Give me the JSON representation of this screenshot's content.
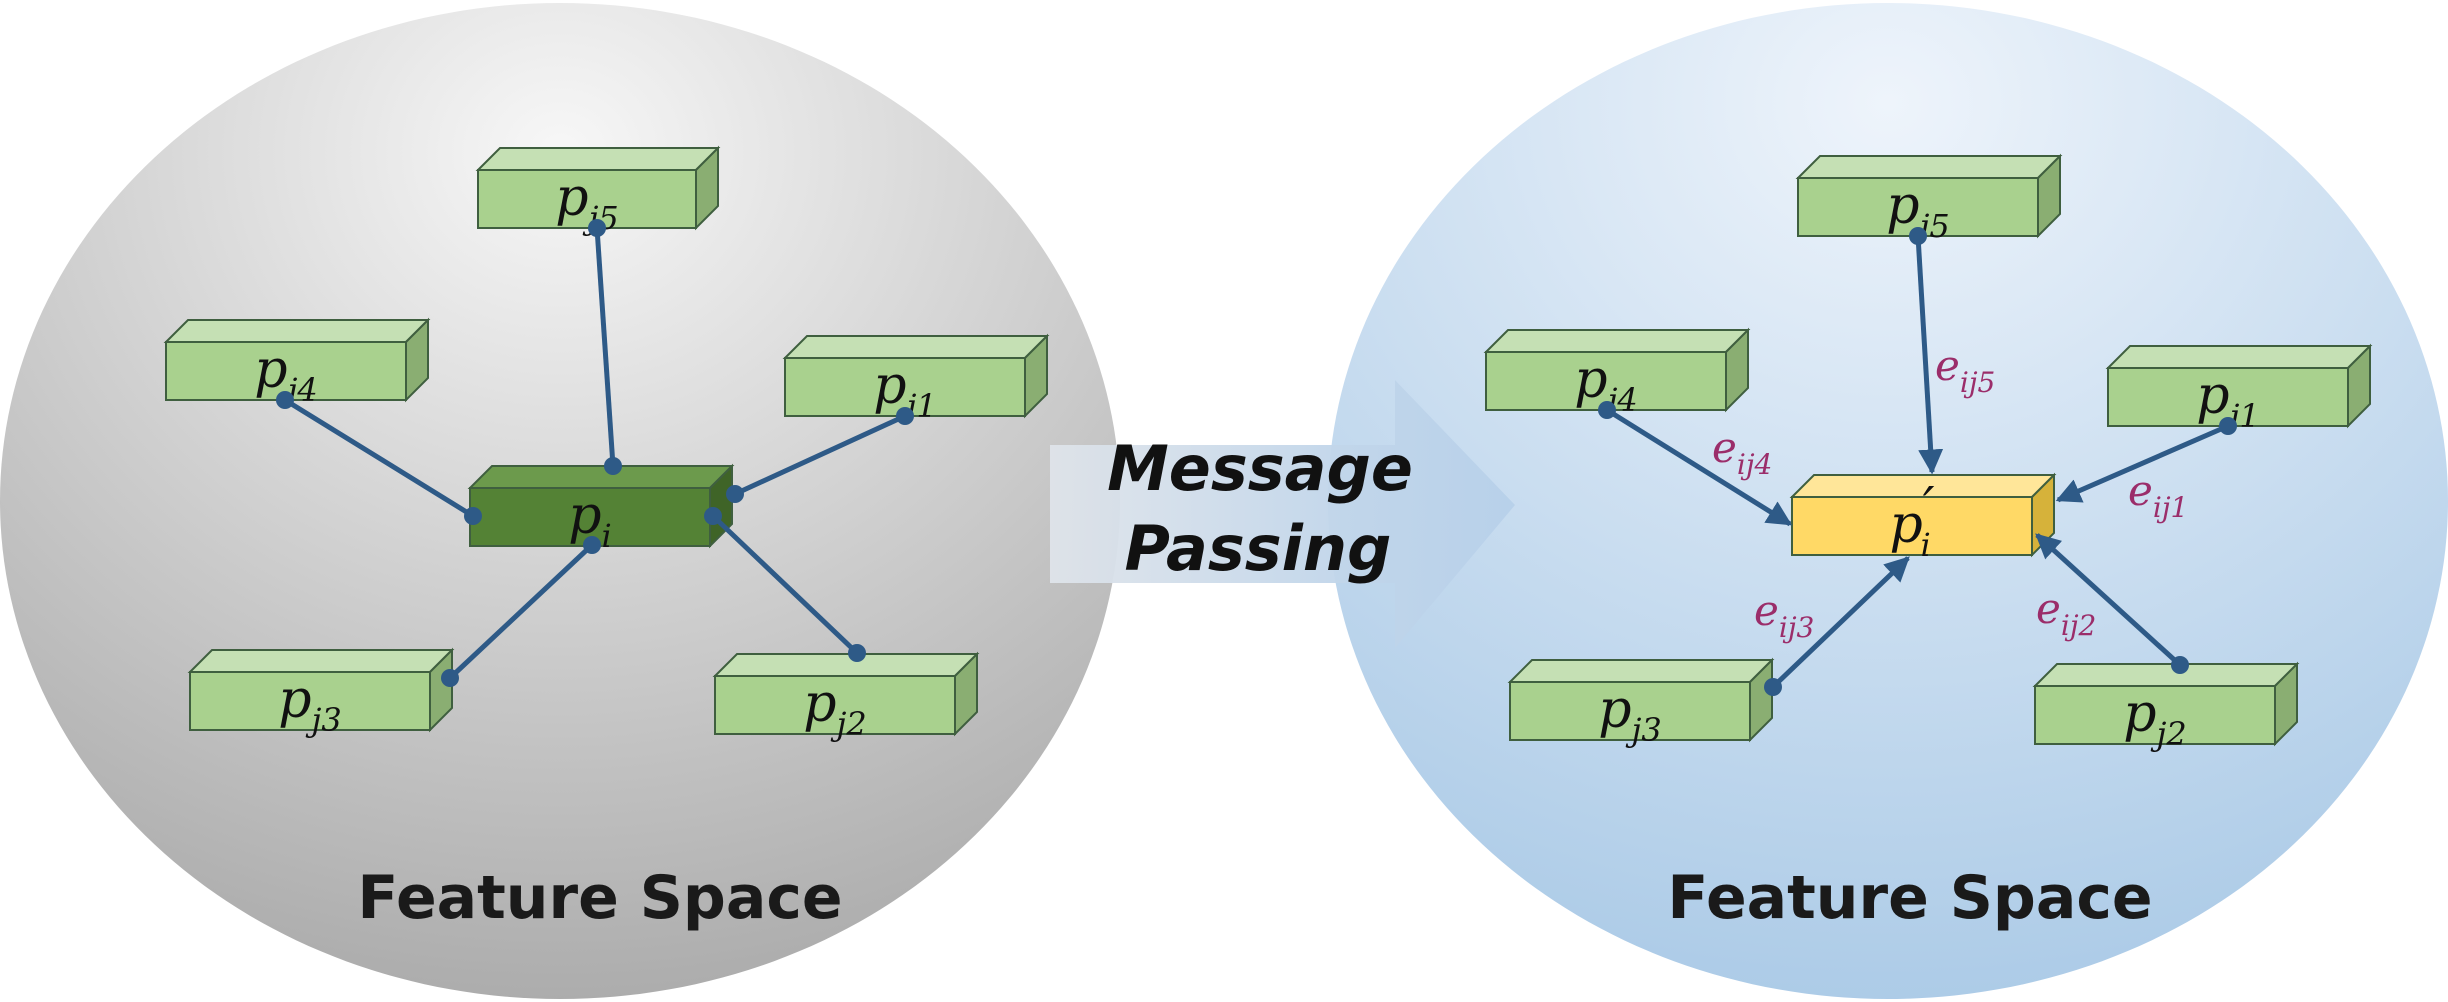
{
  "colors": {
    "edge": "#2e5a87",
    "node_fill": "#a9d18e",
    "node_top": "#c5e0b4",
    "node_side": "#8aae72",
    "center_fill": "#548235",
    "center_top": "#6c9a4c",
    "center_side": "#3f6427",
    "updated_fill": "#ffd966",
    "updated_top": "#ffe699",
    "updated_side": "#d6b23a",
    "edge_label": "#9b2d6a"
  },
  "left_panel": {
    "label": "Feature Space",
    "center": {
      "base": "p",
      "sub": "i"
    },
    "neighbors": [
      {
        "id": "j5",
        "base": "p",
        "sub": "j5"
      },
      {
        "id": "j4",
        "base": "p",
        "sub": "j4"
      },
      {
        "id": "j1",
        "base": "p",
        "sub": "j1"
      },
      {
        "id": "j3",
        "base": "p",
        "sub": "j3"
      },
      {
        "id": "j2",
        "base": "p",
        "sub": "j2"
      }
    ]
  },
  "arrow": {
    "line1": "Message",
    "line2": "Passing"
  },
  "right_panel": {
    "label": "Feature Space",
    "center": {
      "base": "p",
      "sup": "′",
      "sub": "i"
    },
    "neighbors": [
      {
        "id": "j5",
        "base": "p",
        "sub": "j5",
        "edge_base": "e",
        "edge_sub": "ij5"
      },
      {
        "id": "j4",
        "base": "p",
        "sub": "j4",
        "edge_base": "e",
        "edge_sub": "ij4"
      },
      {
        "id": "j1",
        "base": "p",
        "sub": "j1",
        "edge_base": "e",
        "edge_sub": "ij1"
      },
      {
        "id": "j3",
        "base": "p",
        "sub": "j3",
        "edge_base": "e",
        "edge_sub": "ij3"
      },
      {
        "id": "j2",
        "base": "p",
        "sub": "j2",
        "edge_base": "e",
        "edge_sub": "ij2"
      }
    ]
  }
}
